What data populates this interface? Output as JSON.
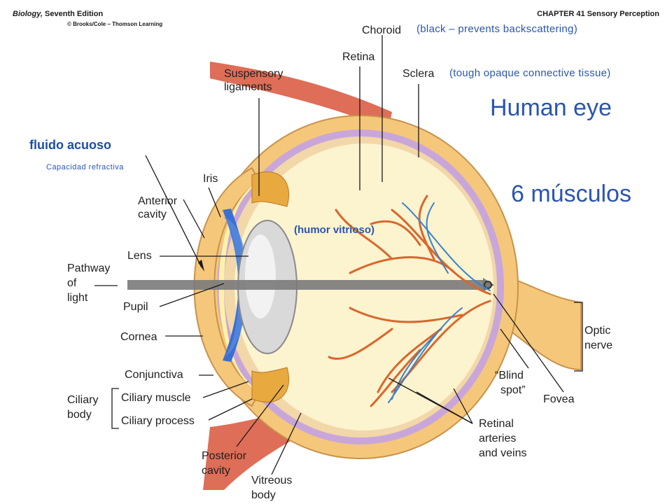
{
  "header": {
    "book_title_italic": "Biology,",
    "book_title_rest": " Seventh Edition",
    "copyright": "© Brooks/Cole – Thomson Learning",
    "chapter": "CHAPTER 41 Sensory Perception"
  },
  "titles": {
    "main": "Human eye",
    "muscles": "6 músculos"
  },
  "annotations": {
    "choroid_note": "(black – prevents backscattering)",
    "sclera_note": "(tough opaque connective tissue)",
    "aqueous": "fluido acuoso",
    "aqueous_sub": "Capacidad refractiva",
    "vitreous_humor": "(humor vitrioso)"
  },
  "labels": {
    "choroid": "Choroid",
    "retina": "Retina",
    "sclera": "Sclera",
    "suspensory_1": "Suspensory",
    "suspensory_2": "ligaments",
    "iris": "Iris",
    "anterior_1": "Anterior",
    "anterior_2": "cavity",
    "lens": "Lens",
    "pathway_1": "Pathway",
    "pathway_2": "of",
    "pathway_3": "light",
    "pupil": "Pupil",
    "cornea": "Cornea",
    "conjunctiva": "Conjunctiva",
    "ciliary_1": "Ciliary",
    "ciliary_2": "body",
    "ciliary_muscle": "Ciliary muscle",
    "ciliary_process": "Ciliary process",
    "posterior_1": "Posterior",
    "posterior_2": "cavity",
    "vitreous_1": "Vitreous",
    "vitreous_2": "body",
    "blind_1": "“Blind",
    "blind_2": "spot”",
    "fovea": "Fovea",
    "retinal_1": "Retinal",
    "retinal_2": "arteries",
    "retinal_3": "and veins",
    "optic_1": "Optic",
    "optic_2": "nerve"
  },
  "colors": {
    "title_blue": "#2a55b0",
    "sclera": "#f5c77a",
    "choroid": "#c9a6d9",
    "vitreous": "#fcf3cf",
    "iris": "#3b6fd1",
    "artery": "#d9672c",
    "vein": "#3a82c9",
    "muscle": "#d8553a"
  }
}
